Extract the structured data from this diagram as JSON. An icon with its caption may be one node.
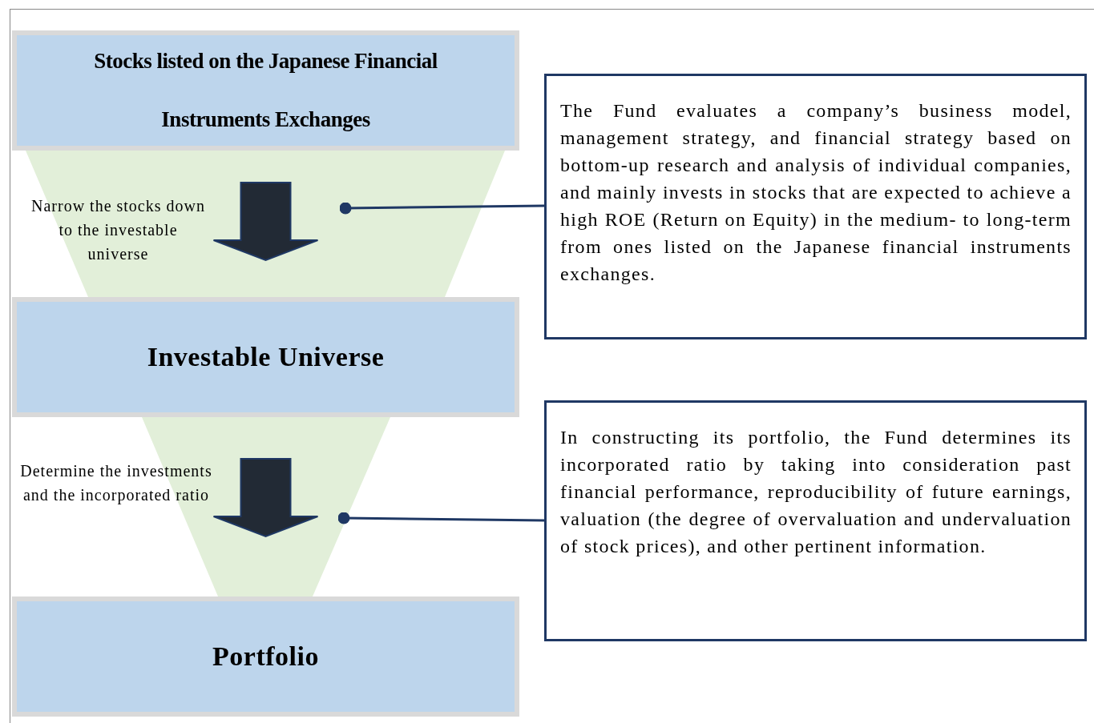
{
  "diagram": {
    "nodes": [
      {
        "text": [
          "Stocks listed on the Japanese Financial Instruments Exchanges"
        ]
      },
      {
        "text": [
          "Investable Universe"
        ]
      },
      {
        "text": [
          "Portfolio"
        ]
      },
      {
        "text": [
          "The Fund evaluates a company’s business model, management strategy, and financial strategy based on bottom-up research and analysis of individual companies, and mainly invests in stocks that are expected to achieve a high ROE (Return on Equity) in the medium- to long-term from ones listed on the Japanese financial instruments exchanges."
        ]
      },
      {
        "text": [
          "In constructing its portfolio, the Fund determines its incorporated ratio by taking into consideration past financial performance, reproducibility of future earnings, valuation (the degree of overvaluation and undervaluation of stock prices), and other pertinent information."
        ]
      },
      {
        "text": [],
        "shape": "trapezoid"
      },
      {
        "text": [],
        "shape": "trapezoid"
      }
    ],
    "edges": [
      {
        "from": 0,
        "to": 1,
        "arrow": "to",
        "style": "thick",
        "label": "Narrow the stocks down to the investable universe"
      },
      {
        "from": 1,
        "to": 2,
        "arrow": "to",
        "style": "thick",
        "label": "Determine the investments and the incorporated ratio"
      },
      {
        "from": 3,
        "to": 5,
        "arrow": "other"
      },
      {
        "from": 4,
        "to": 6,
        "arrow": "other"
      }
    ]
  }
}
